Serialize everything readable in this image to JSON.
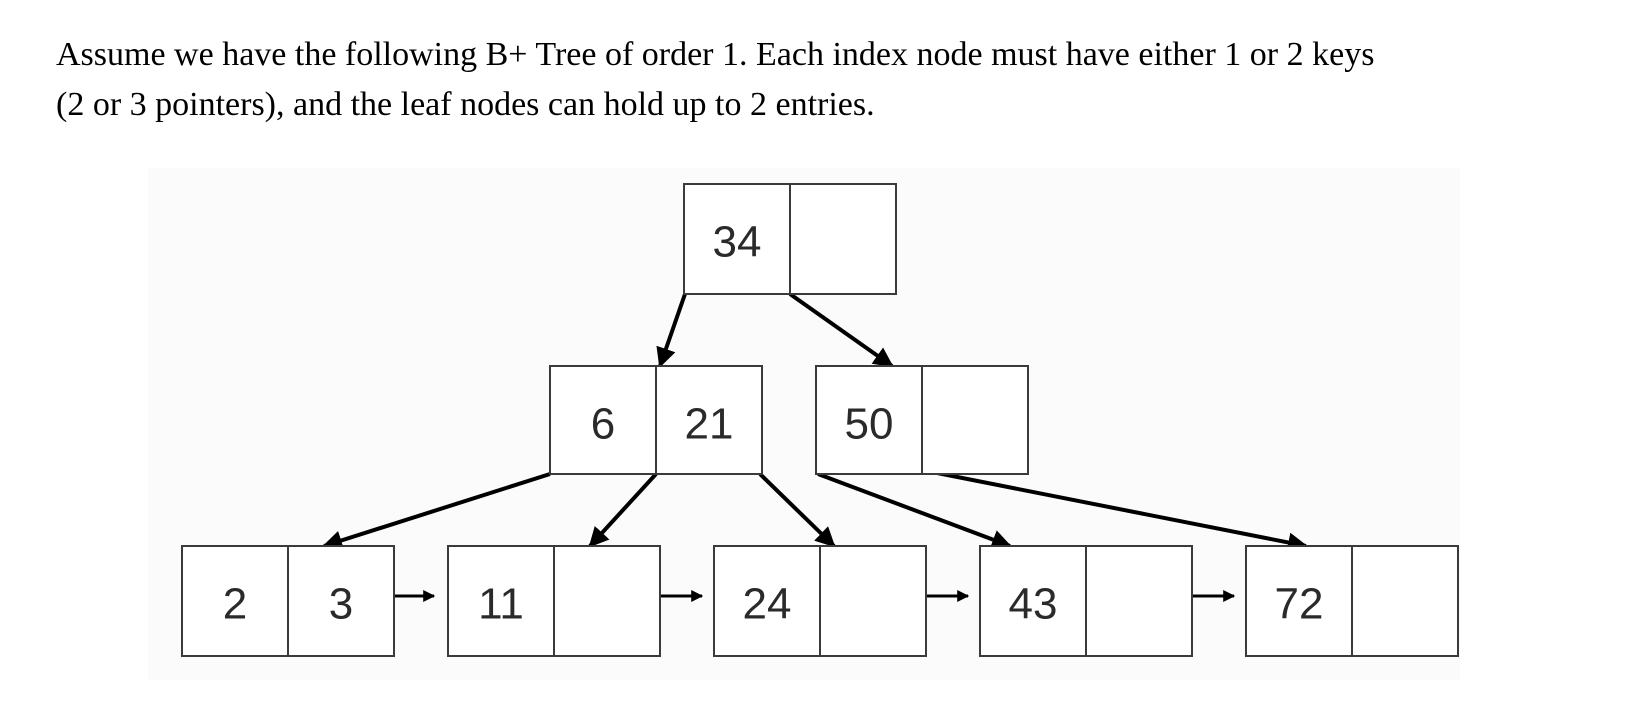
{
  "question": {
    "line1": "Assume we have the following B+ Tree of order 1. Each index node must have either 1 or 2 keys",
    "line2": "(2 or 3 pointers), and the leaf nodes can hold up to 2 entries."
  },
  "tree": {
    "root": {
      "keys": [
        "34",
        ""
      ]
    },
    "internal": [
      {
        "keys": [
          "6",
          "21"
        ]
      },
      {
        "keys": [
          "50",
          ""
        ]
      }
    ],
    "leaves": [
      {
        "keys": [
          "2",
          "3"
        ]
      },
      {
        "keys": [
          "11",
          ""
        ]
      },
      {
        "keys": [
          "24",
          ""
        ]
      },
      {
        "keys": [
          "43",
          ""
        ]
      },
      {
        "keys": [
          "72",
          ""
        ]
      }
    ]
  }
}
